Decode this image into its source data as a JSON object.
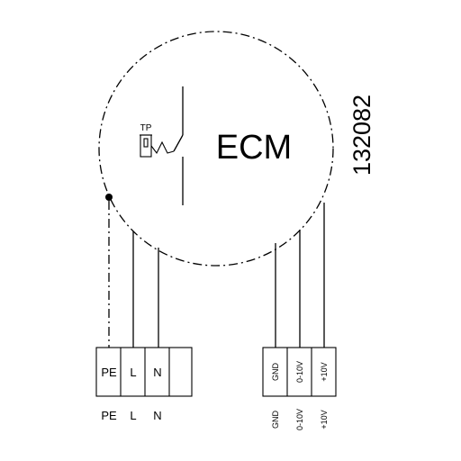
{
  "motor": {
    "label": "ECM"
  },
  "thermal_protector": {
    "label": "TP"
  },
  "drawing_id": "132082",
  "power_terminal": {
    "cells": [
      "PE",
      "L",
      "N",
      ""
    ],
    "below_labels": [
      "PE",
      "L",
      "N"
    ]
  },
  "control_terminal": {
    "cells": [
      "GND",
      "0-10V",
      "+10V"
    ],
    "below_labels": [
      "GND",
      "0-10V",
      "+10V"
    ]
  },
  "colors": {
    "line": "#000000",
    "background": "#ffffff"
  }
}
